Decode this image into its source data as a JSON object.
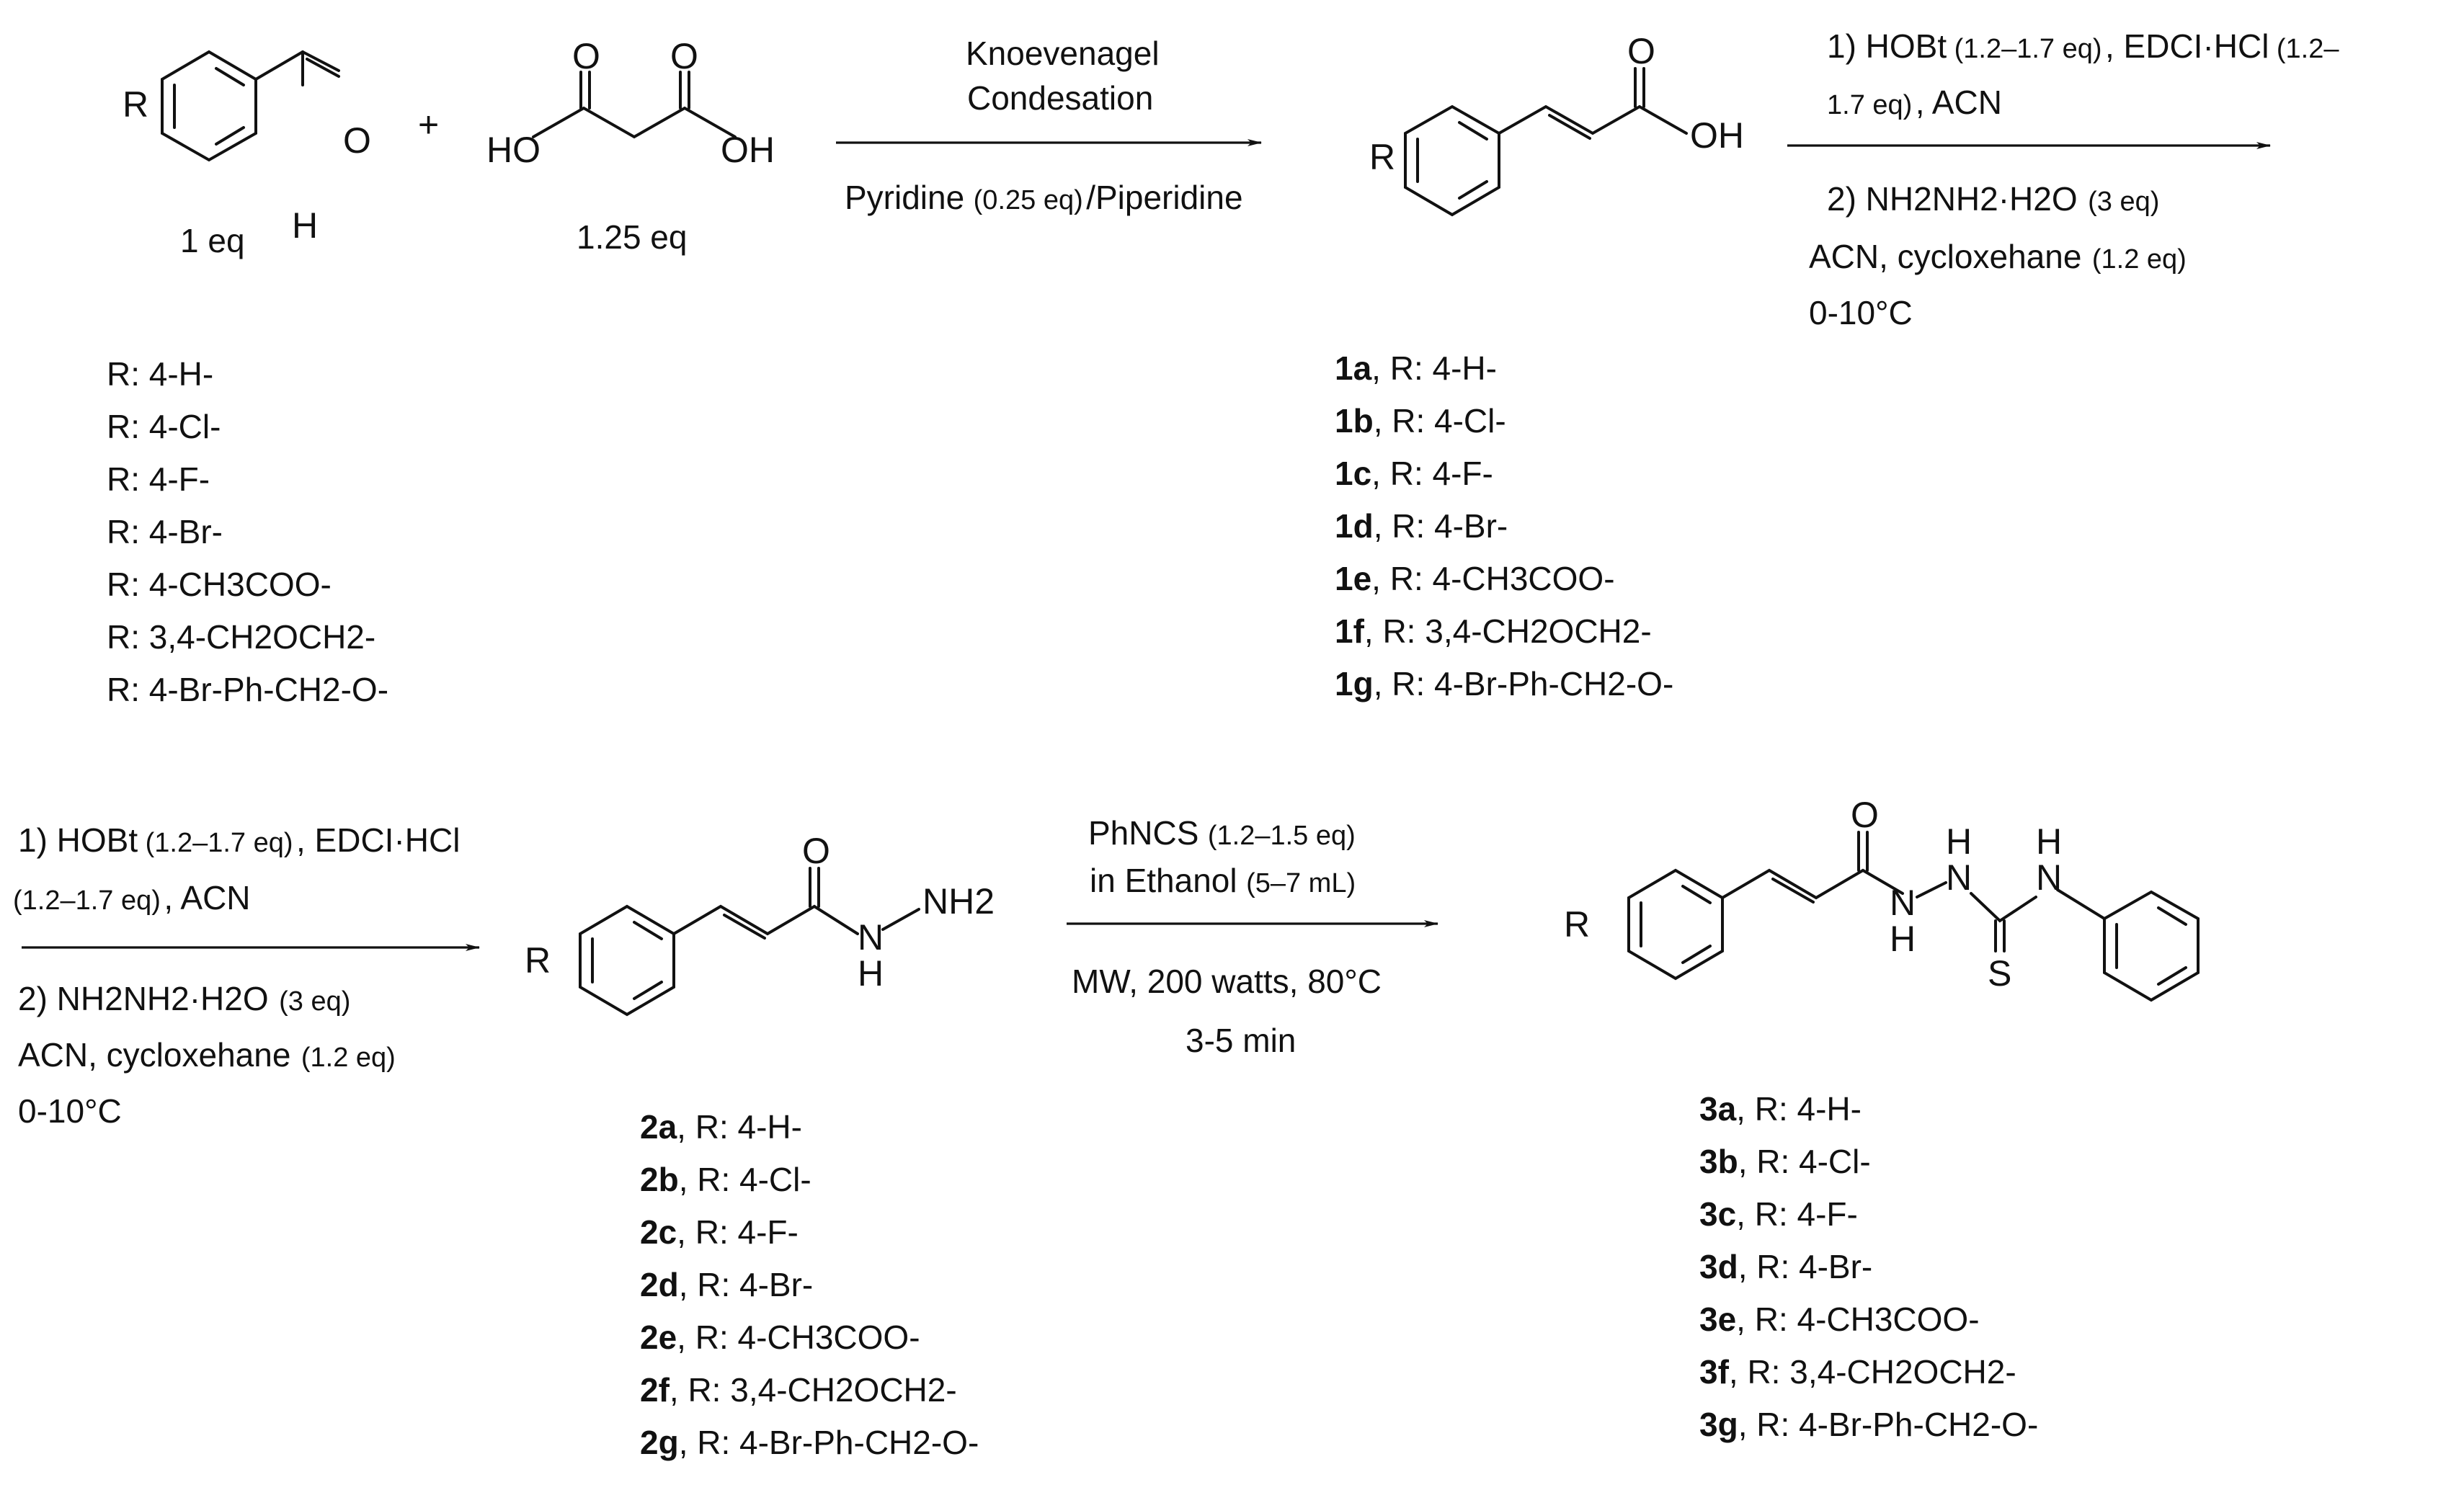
{
  "reactants": {
    "aldehyde": {
      "r_label": "R",
      "oxygen": "O",
      "hydrogen": "H",
      "equiv": "1 eq"
    },
    "plus": "+",
    "malonic_acid": {
      "o1": "O",
      "o2": "O",
      "oh1": "HO",
      "oh2": "OH",
      "equiv": "1.25 eq"
    },
    "substituents": [
      "R: 4-H-",
      "R: 4-Cl-",
      "R: 4-F-",
      "R: 4-Br-",
      "R: 4-CH3COO-",
      "R: 3,4-CH2OCH2-",
      "R: 4-Br-Ph-CH2-O-"
    ]
  },
  "step1": {
    "above_1": "Knoevenagel",
    "above_2": "Condesation",
    "below_main": "Pyridine",
    "below_small": "(0.25 eq)",
    "below_tail": "/Piperidine"
  },
  "product1": {
    "r_label": "R",
    "oxygen": "O",
    "oh": "OH",
    "compounds": [
      {
        "id": "1a",
        "rest": ", R: 4-H-"
      },
      {
        "id": "1b",
        "rest": ", R: 4-Cl-"
      },
      {
        "id": "1c",
        "rest": ", R: 4-F-"
      },
      {
        "id": "1d",
        "rest": ", R: 4-Br-"
      },
      {
        "id": "1e",
        "rest": ", R: 4-CH3COO-"
      },
      {
        "id": "1f",
        "rest": ", R: 3,4-CH2OCH2-"
      },
      {
        "id": "1g",
        "rest": ", R: 4-Br-Ph-CH2-O-"
      }
    ]
  },
  "step2": {
    "l1": "1) HOBt",
    "l1_s": "(1.2–1.7 eq)",
    "l1_b": ", EDCI·HCl",
    "l1_c": "(1.2–",
    "l2": "1.7 eq)",
    "l2_b": ", ACN",
    "l3": "2) NH2NH2·H2O",
    "l3_s": "(3 eq)",
    "l4": "ACN, cycloxehane",
    "l4_s": "(1.2 eq)",
    "l5": "0-10°C"
  },
  "step2_repeat": {
    "l1": "1) HOBt",
    "l1_s": "(1.2–1.7 eq)",
    "l1_b": ", EDCI·HCl",
    "l2_s": "(1.2–1.7 eq)",
    "l2_b": ", ACN",
    "l3": "2) NH2NH2·H2O",
    "l3_s": "(3 eq)",
    "l4": "ACN, cycloxehane",
    "l4_s": "(1.2 eq)",
    "l5": "0-10°C"
  },
  "product2": {
    "r_label": "R",
    "oxygen": "O",
    "nh2": "NH2",
    "n": "N",
    "h": "H",
    "compounds": [
      {
        "id": "2a",
        "rest": ", R: 4-H-"
      },
      {
        "id": "2b",
        "rest": ", R: 4-Cl-"
      },
      {
        "id": "2c",
        "rest": ", R: 4-F-"
      },
      {
        "id": "2d",
        "rest": ", R: 4-Br-"
      },
      {
        "id": "2e",
        "rest": ", R: 4-CH3COO-"
      },
      {
        "id": "2f",
        "rest": ", R: 3,4-CH2OCH2-"
      },
      {
        "id": "2g",
        "rest": ", R: 4-Br-Ph-CH2-O-"
      }
    ]
  },
  "step3": {
    "l1": "PhNCS",
    "l1_s": "(1.2–1.5 eq)",
    "l2": "in Ethanol",
    "l2_s": "(5–7 mL)",
    "l3": "MW, 200 watts, 80°C",
    "l4": "3-5 min"
  },
  "product3": {
    "r_label": "R",
    "oxygen": "O",
    "sulfur": "S",
    "n": "N",
    "h": "H",
    "compounds": [
      {
        "id": "3a",
        "rest": ", R: 4-H-"
      },
      {
        "id": "3b",
        "rest": ", R: 4-Cl-"
      },
      {
        "id": "3c",
        "rest": ", R: 4-F-"
      },
      {
        "id": "3d",
        "rest": ", R: 4-Br-"
      },
      {
        "id": "3e",
        "rest": ", R: 4-CH3COO-"
      },
      {
        "id": "3f",
        "rest": ", R: 3,4-CH2OCH2-"
      },
      {
        "id": "3g",
        "rest": ", R: 4-Br-Ph-CH2-O-"
      }
    ]
  }
}
